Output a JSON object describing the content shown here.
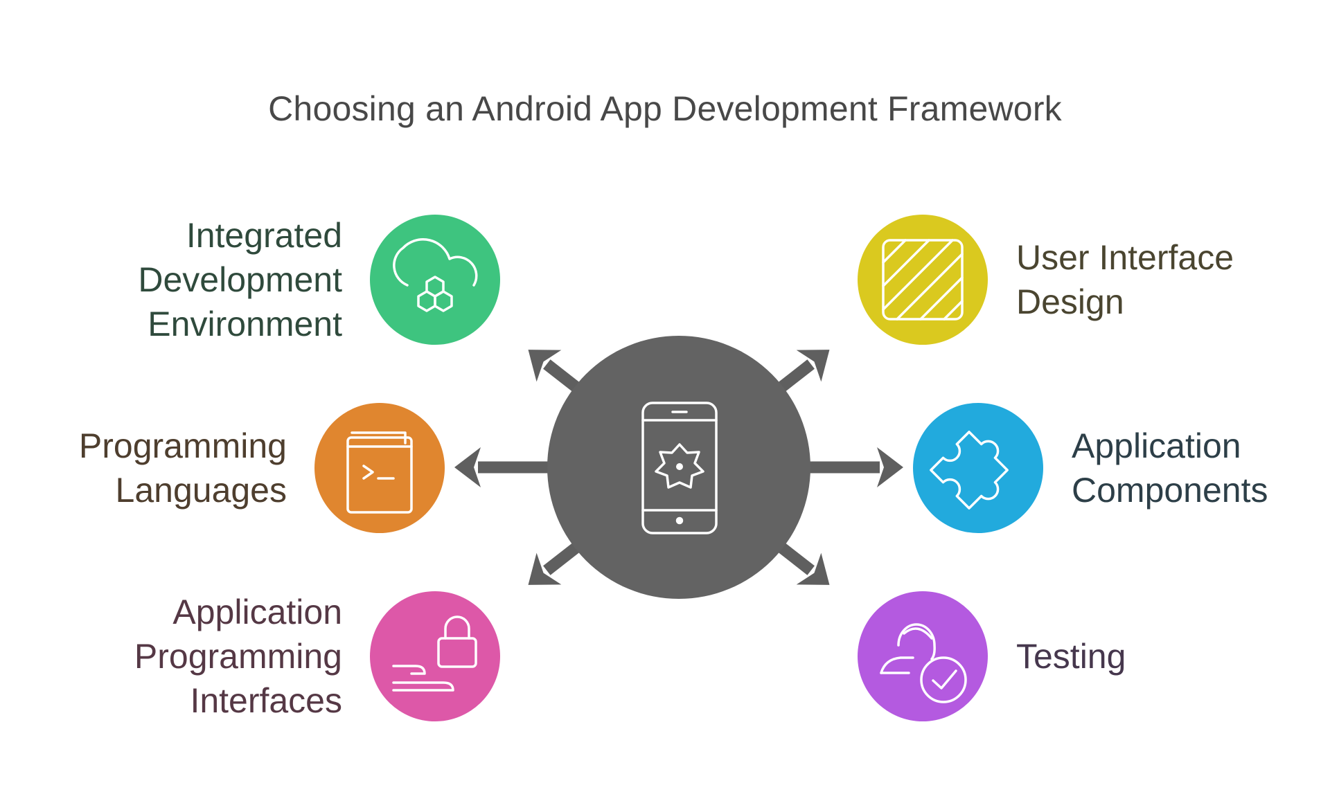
{
  "title": "Choosing an Android App Development Framework",
  "center": {
    "icon": "smartphone-gear-icon",
    "color": "#636363"
  },
  "arrow_color": "#5f5f5f",
  "nodes": [
    {
      "id": "ide",
      "lines": [
        "Integrated",
        "Development",
        "Environment"
      ],
      "color": "#3ec47f",
      "text_color": "#2f4a3c",
      "icon": "cloud-hexagons-icon"
    },
    {
      "id": "languages",
      "lines": [
        "Programming",
        "Languages"
      ],
      "color": "#e0862f",
      "text_color": "#4e3e2e",
      "icon": "code-book-icon"
    },
    {
      "id": "apis",
      "lines": [
        "Application",
        "Programming",
        "Interfaces"
      ],
      "color": "#dd58a8",
      "text_color": "#553845",
      "icon": "lock-hand-icon"
    },
    {
      "id": "ui-design",
      "lines": [
        "User Interface",
        "Design"
      ],
      "color": "#dac91f",
      "text_color": "#4a4530",
      "icon": "hatched-square-icon"
    },
    {
      "id": "components",
      "lines": [
        "Application",
        "Components"
      ],
      "color": "#22aadd",
      "text_color": "#2d3f48",
      "icon": "puzzle-piece-icon"
    },
    {
      "id": "testing",
      "lines": [
        "Testing"
      ],
      "color": "#b45ae0",
      "text_color": "#46374d",
      "icon": "user-check-icon"
    }
  ]
}
